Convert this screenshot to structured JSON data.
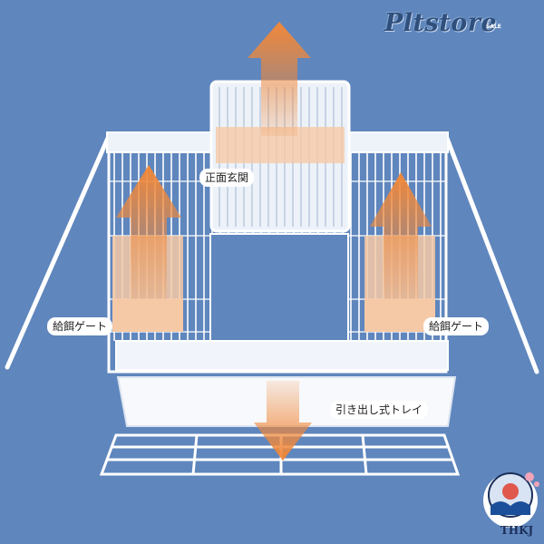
{
  "logo": {
    "text": "Pltstore",
    "sub": "SALE"
  },
  "badge": {
    "text": "THKJ"
  },
  "callouts": {
    "front_entrance": "正面玄関",
    "feeding_gate_left": "給餌ゲート",
    "feeding_gate_right": "給餌ゲート",
    "pull_out_tray": "引き出し式トレイ"
  },
  "colors": {
    "background": "#5f86bd",
    "cage_wire": "#ffffff",
    "arrow_orange": "#f0883a",
    "panel_peach": "#f6c9a6"
  }
}
